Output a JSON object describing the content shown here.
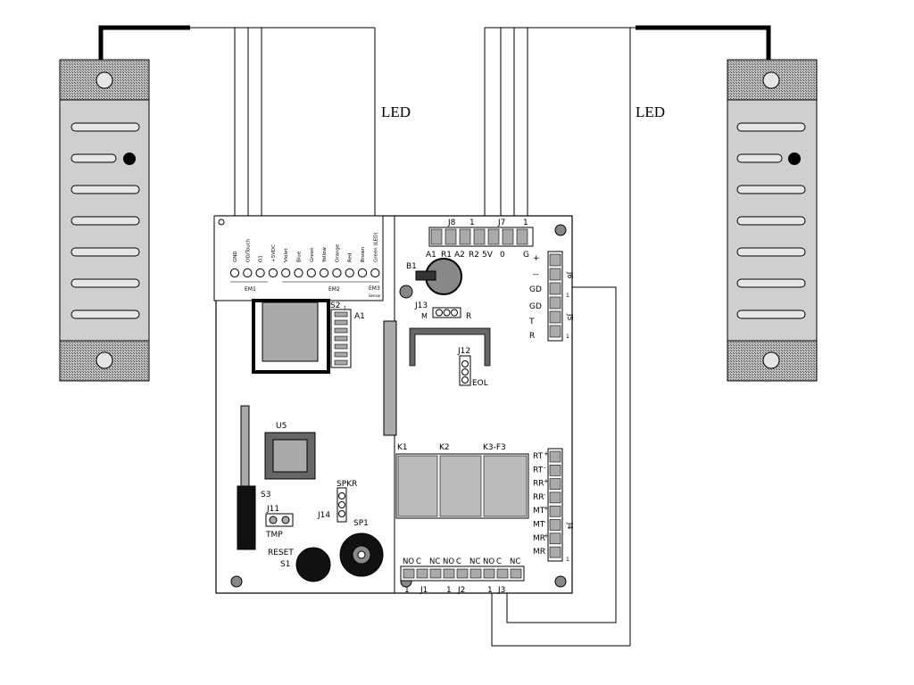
{
  "colors": {
    "ink": "#000000",
    "sensor_body": "#c8c8c8",
    "hatch": "#7f7f7f",
    "board": "#ffffff",
    "component": "#a8a8a8"
  },
  "wires": {
    "led_left": "LED",
    "led_right": "LED"
  },
  "terminal_strip": {
    "labels": [
      "GND",
      "OD/Touch",
      "O1",
      "+5VDC",
      "Violet",
      "Blue",
      "Green",
      "Yellow",
      "Orange",
      "Red",
      "Brown",
      "Green (LED)"
    ],
    "groups": [
      "EM1",
      "EM2",
      "EM3"
    ],
    "note": "Sensor"
  },
  "board": {
    "header_top": {
      "j8": "J8",
      "j8_pin": "1",
      "j7": "J7",
      "j7_pin": "1",
      "pins": [
        "A1",
        "R1",
        "A2",
        "R2",
        "5V",
        "0",
        "G"
      ]
    },
    "b1": "B1",
    "j13": "J13",
    "j13_m": "M",
    "j13_r": "R",
    "s2": "S2",
    "s2_pin": "1",
    "a1": "A1",
    "j12": "J12",
    "eol": "EOL",
    "right_upper": [
      "+",
      "--",
      "GD",
      "GD",
      "T",
      "R"
    ],
    "j6": "J6",
    "j5": "J5",
    "j6_pin": "1",
    "j5_pin": "1",
    "u5": "U5",
    "k1": "K1",
    "k2": "K2",
    "k3": "K3-F3",
    "right_lower": [
      "RT",
      "RT",
      "RR",
      "RR",
      "MT",
      "MT",
      "MR",
      "MR"
    ],
    "right_lower_signs": [
      "+",
      "-",
      "+",
      "-",
      "+",
      "-",
      "+",
      "-"
    ],
    "j4": "J4",
    "j4_pin": "1",
    "s3": "S3",
    "j11": "J11",
    "tmp": "TMP",
    "spkr": "SPKR",
    "j14": "J14",
    "sp1": "SP1",
    "reset": "RESET",
    "s1": "S1",
    "bottom_pins": [
      "NO",
      "C",
      "NC",
      "NO",
      "C",
      "NC",
      "NO",
      "C",
      "NC"
    ],
    "j1": "J1",
    "j2": "J2",
    "j3": "J3",
    "j1_pin": "1",
    "j2_pin": "1",
    "j3_pin": "1"
  }
}
